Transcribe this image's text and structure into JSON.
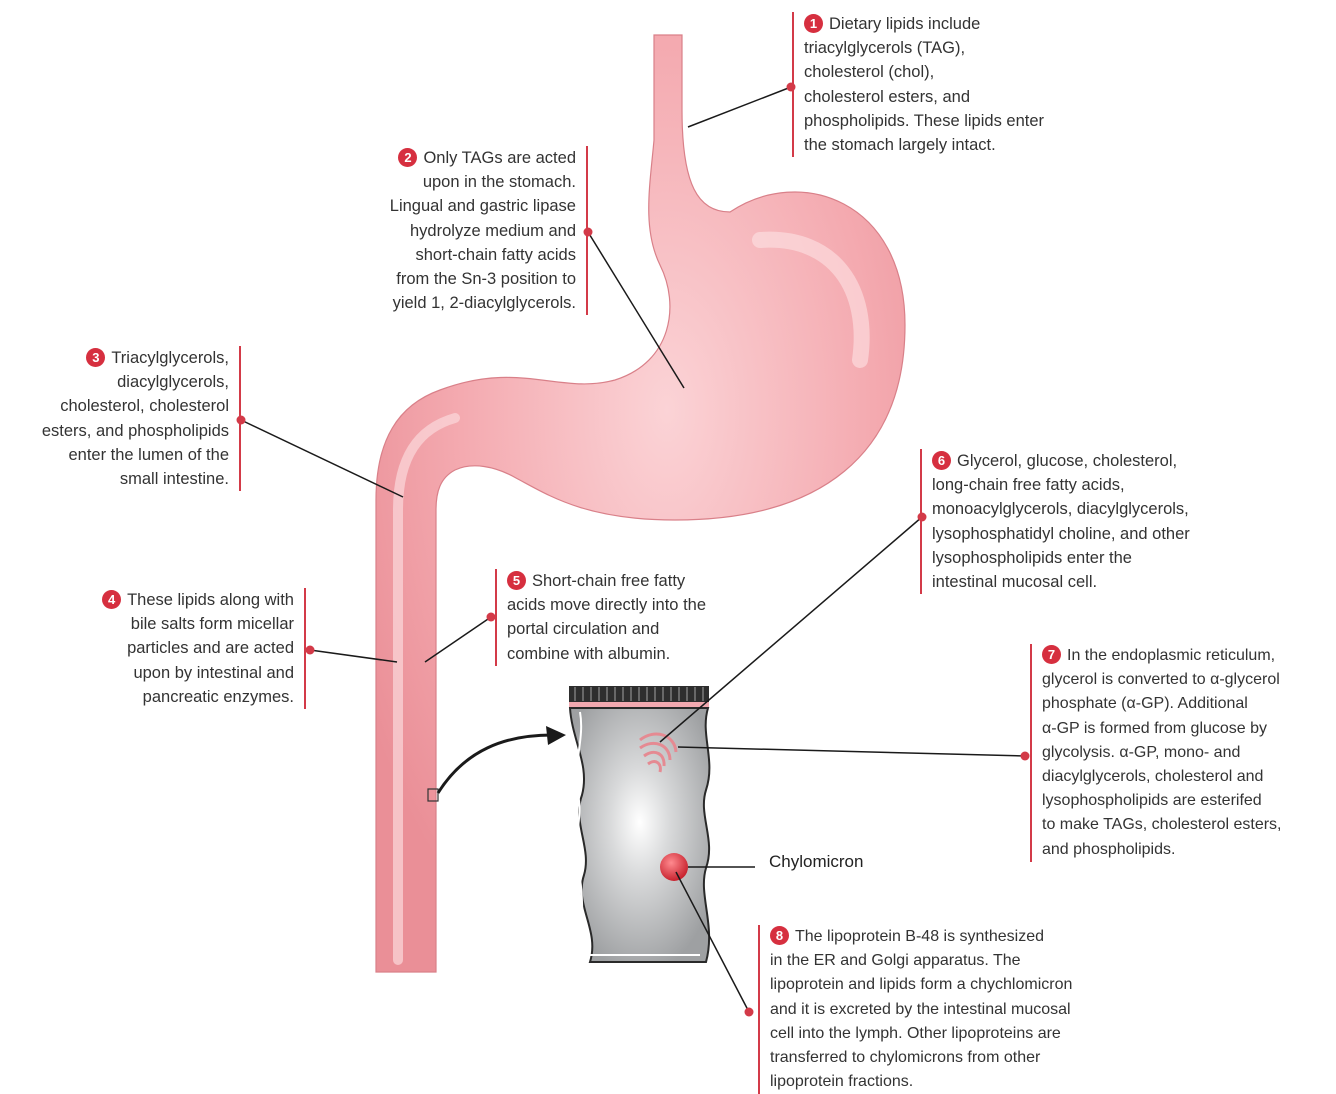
{
  "callouts": [
    {
      "num": "1",
      "lines": [
        "Dietary lipids include",
        "triacylglycerols (TAG),",
        "cholesterol (chol),",
        "cholesterol esters, and",
        "phospholipids. These lipids enter",
        "the stomach largely intact."
      ]
    },
    {
      "num": "2",
      "lines": [
        "Only TAGs are acted",
        "upon in the stomach.",
        "Lingual and gastric lipase",
        "hydrolyze medium and",
        "short-chain fatty acids",
        "from the Sn-3 position to",
        "yield 1, 2-diacylglycerols."
      ]
    },
    {
      "num": "3",
      "lines": [
        "Triacylglycerols,",
        "diacylglycerols,",
        "cholesterol, cholesterol",
        "esters, and phospholipids",
        "enter the lumen of the",
        "small intestine."
      ]
    },
    {
      "num": "4",
      "lines": [
        "These lipids along with",
        "bile salts form micellar",
        "particles and are acted",
        "upon by intestinal and",
        "pancreatic enzymes."
      ]
    },
    {
      "num": "5",
      "lines": [
        "Short-chain free fatty",
        "acids move directly into the",
        "portal circulation and",
        "combine with albumin."
      ]
    },
    {
      "num": "6",
      "lines": [
        "Glycerol, glucose, cholesterol,",
        "long-chain free fatty acids,",
        "monoacylglycerols, diacylglycerols,",
        "lysophosphatidyl choline, and other",
        "lysophospholipids enter the",
        "intestinal mucosal cell."
      ]
    },
    {
      "num": "7",
      "lines": [
        "In the endoplasmic reticulum,",
        "glycerol is converted to α-glycerol",
        "phosphate (α-GP).  Additional",
        "α-GP is formed from glucose by",
        "glycolysis. α-GP, mono- and",
        "diacylglycerols, cholesterol and",
        "lysophospholipids are esterifed",
        "to make TAGs, cholesterol esters,",
        "and phospholipids."
      ]
    },
    {
      "num": "8",
      "lines": [
        "The lipoprotein B-48 is synthesized",
        "in the ER and Golgi apparatus. The",
        "lipoprotein and lipids form a chychlomicron",
        "and it is excreted by the intestinal mucosal",
        "cell into the lymph. Other lipoproteins are",
        "transferred to chylomicrons from other",
        "lipoprotein fractions."
      ]
    }
  ],
  "labels": {
    "chylomicron": "Chylomicron"
  },
  "colors": {
    "organ": "#f2a5ab",
    "organ_edge": "#c9747c",
    "accent": "#d33a48",
    "cell": "#b9bbbd"
  }
}
